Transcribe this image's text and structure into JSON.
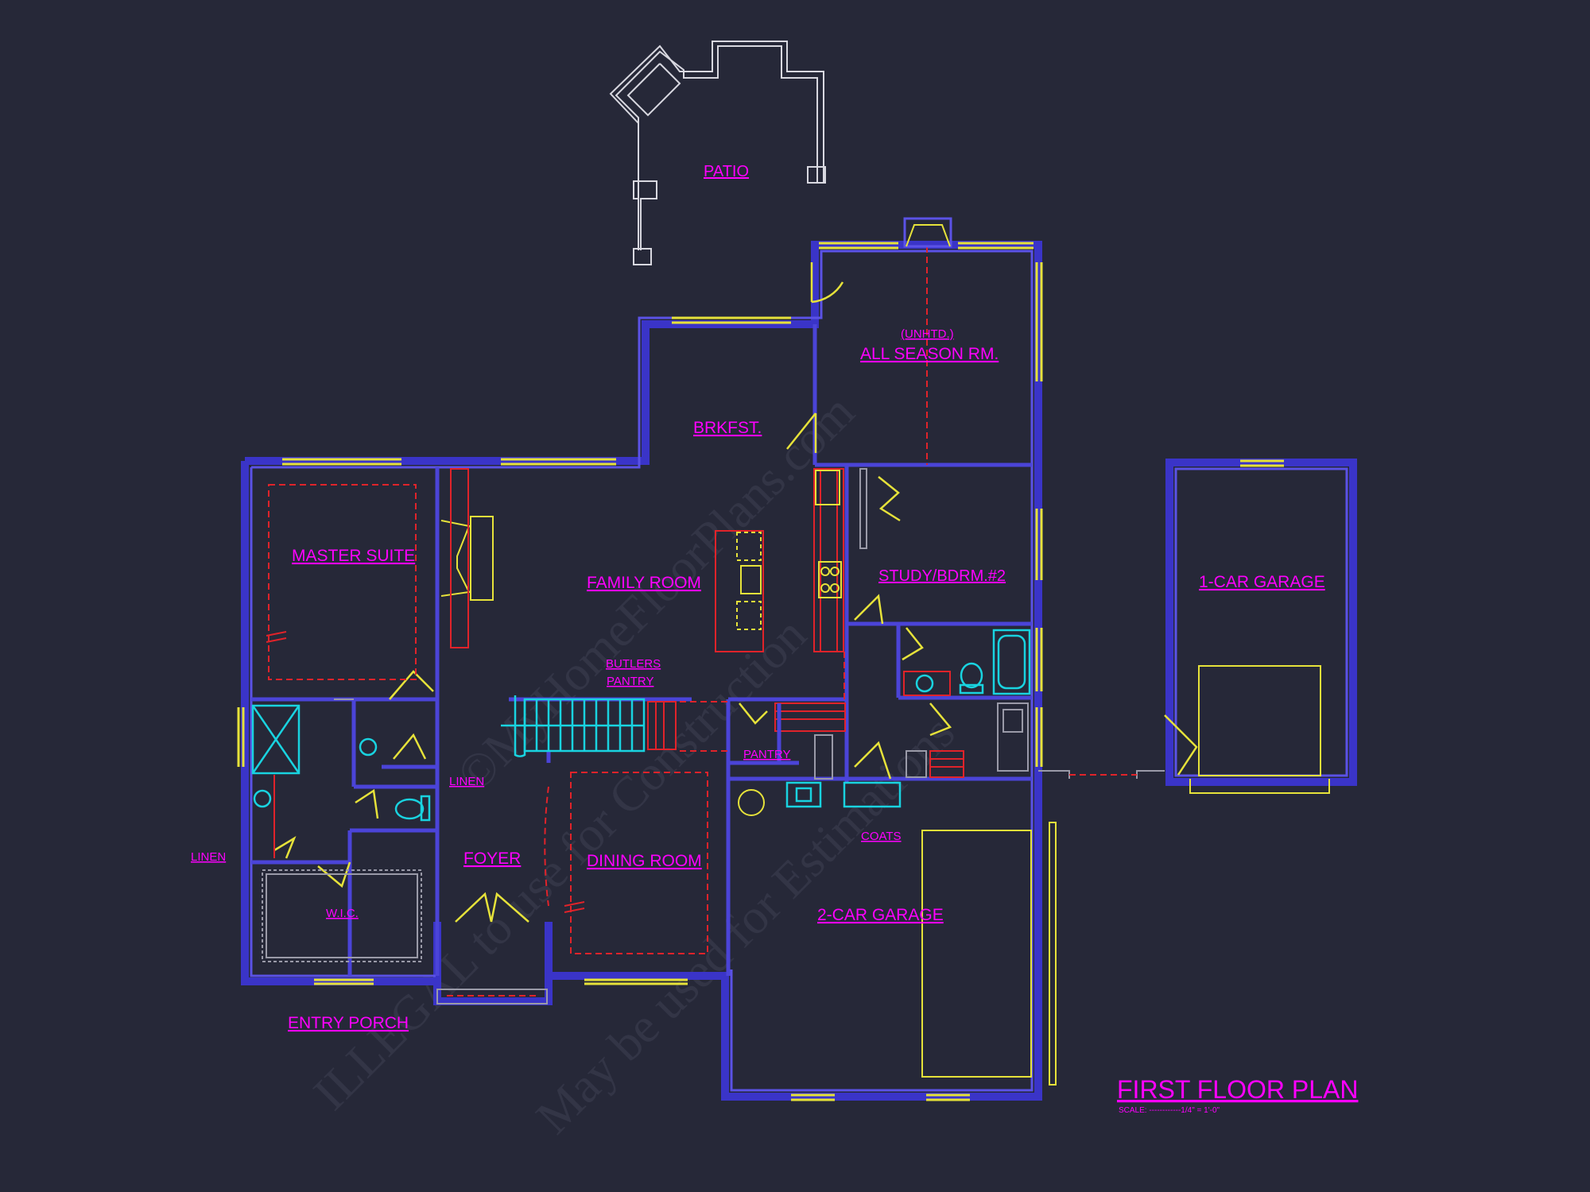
{
  "watermark": {
    "line1": "©MyHomeFloorPlans.com",
    "line2": "ILLEGAL to use for Construction",
    "line3": "May be used for Estimations"
  },
  "rooms": {
    "patio": "PATIO",
    "all_season_note": "(UNHTD.)",
    "all_season": "ALL SEASON RM.",
    "breakfast": "BRKFST.",
    "master_suite": "MASTER SUITE",
    "family_room": "FAMILY ROOM",
    "study": "STUDY/BDRM.#2",
    "one_car_garage": "1-CAR GARAGE",
    "butlers": "BUTLERS",
    "butlers_pantry": "PANTRY",
    "pantry": "PANTRY",
    "linen_hall": "LINEN",
    "linen_side": "LINEN",
    "foyer": "FOYER",
    "dining_room": "DINING ROOM",
    "coats": "COATS",
    "two_car_garage": "2-CAR GARAGE",
    "wic": "W.I.C.",
    "entry_porch": "ENTRY PORCH"
  },
  "title_block": {
    "title": "FIRST FLOOR PLAN",
    "scale": "SCALE: ------------1/4\" = 1'-0\""
  },
  "colors": {
    "background": "#262838",
    "walls": "#3a34c8",
    "labels": "#ff00ff",
    "windows_doors": "#e6e23a",
    "cabinets": "#e0232a",
    "fixtures": "#19d3e0"
  }
}
